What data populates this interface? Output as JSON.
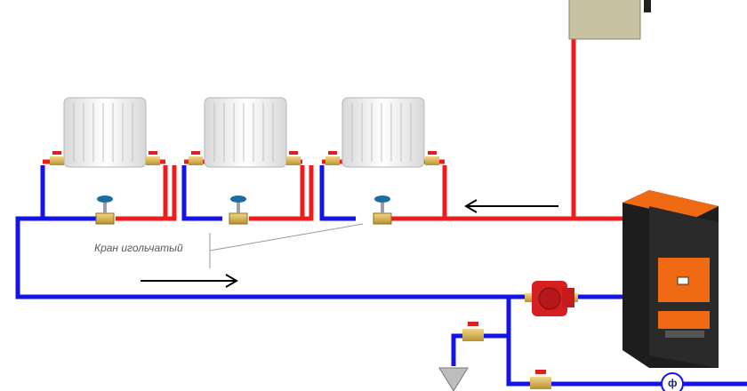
{
  "labels": {
    "needle_valve": "Кран игольчатый",
    "filter_symbol": "ф"
  },
  "colors": {
    "supply": "#ee1c1c",
    "return": "#1414e6",
    "radiator": "#f2f2f2",
    "boiler_body": "#1d1d1d",
    "boiler_top": "#f06a14",
    "pump": "#d42020",
    "tank": "#c9c2a0",
    "valve_handle": "#1a6fa0"
  },
  "components": {
    "radiators": [
      "radiator-1",
      "radiator-2",
      "radiator-3"
    ],
    "needle_valves": 3,
    "boiler": "solid-fuel-boiler",
    "pump": "circulation-pump",
    "tank": "expansion-tank",
    "filter": "filter",
    "drain": "drain-symbol"
  }
}
